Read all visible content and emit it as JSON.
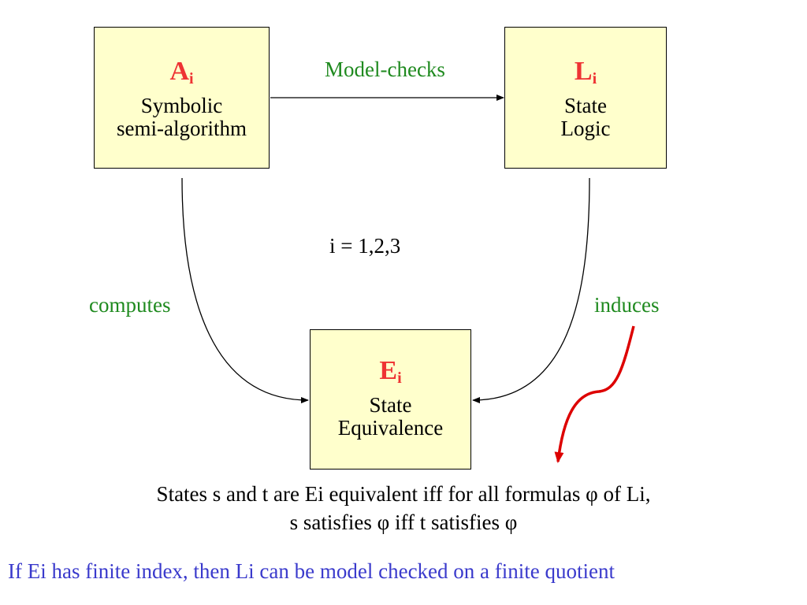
{
  "nodes": {
    "a": {
      "symbol": "A",
      "subscript": "i",
      "line1": "Symbolic",
      "line2": "semi-algorithm"
    },
    "l": {
      "symbol": "L",
      "subscript": "i",
      "line1": "State",
      "line2": "Logic"
    },
    "e": {
      "symbol": "E",
      "subscript": "i",
      "line1": "State",
      "line2": "Equivalence"
    }
  },
  "edges": {
    "model_checks": "Model-checks",
    "computes": "computes",
    "induces": "induces"
  },
  "index_note": "i = 1,2,3",
  "statement": {
    "line1": "States s and t are Ei equivalent iff for all formulas φ of Li,",
    "line2": "s satisfies φ iff t satisfies φ"
  },
  "conclusion": "If Ei has finite index, then Li can be model checked on a finite quotient",
  "colors": {
    "box_fill": "#ffffcc",
    "symbol": "#ee3333",
    "edge_label": "#1f8a1f",
    "conclusion": "#3a3acc",
    "pointer_arrow": "#dd0000"
  }
}
